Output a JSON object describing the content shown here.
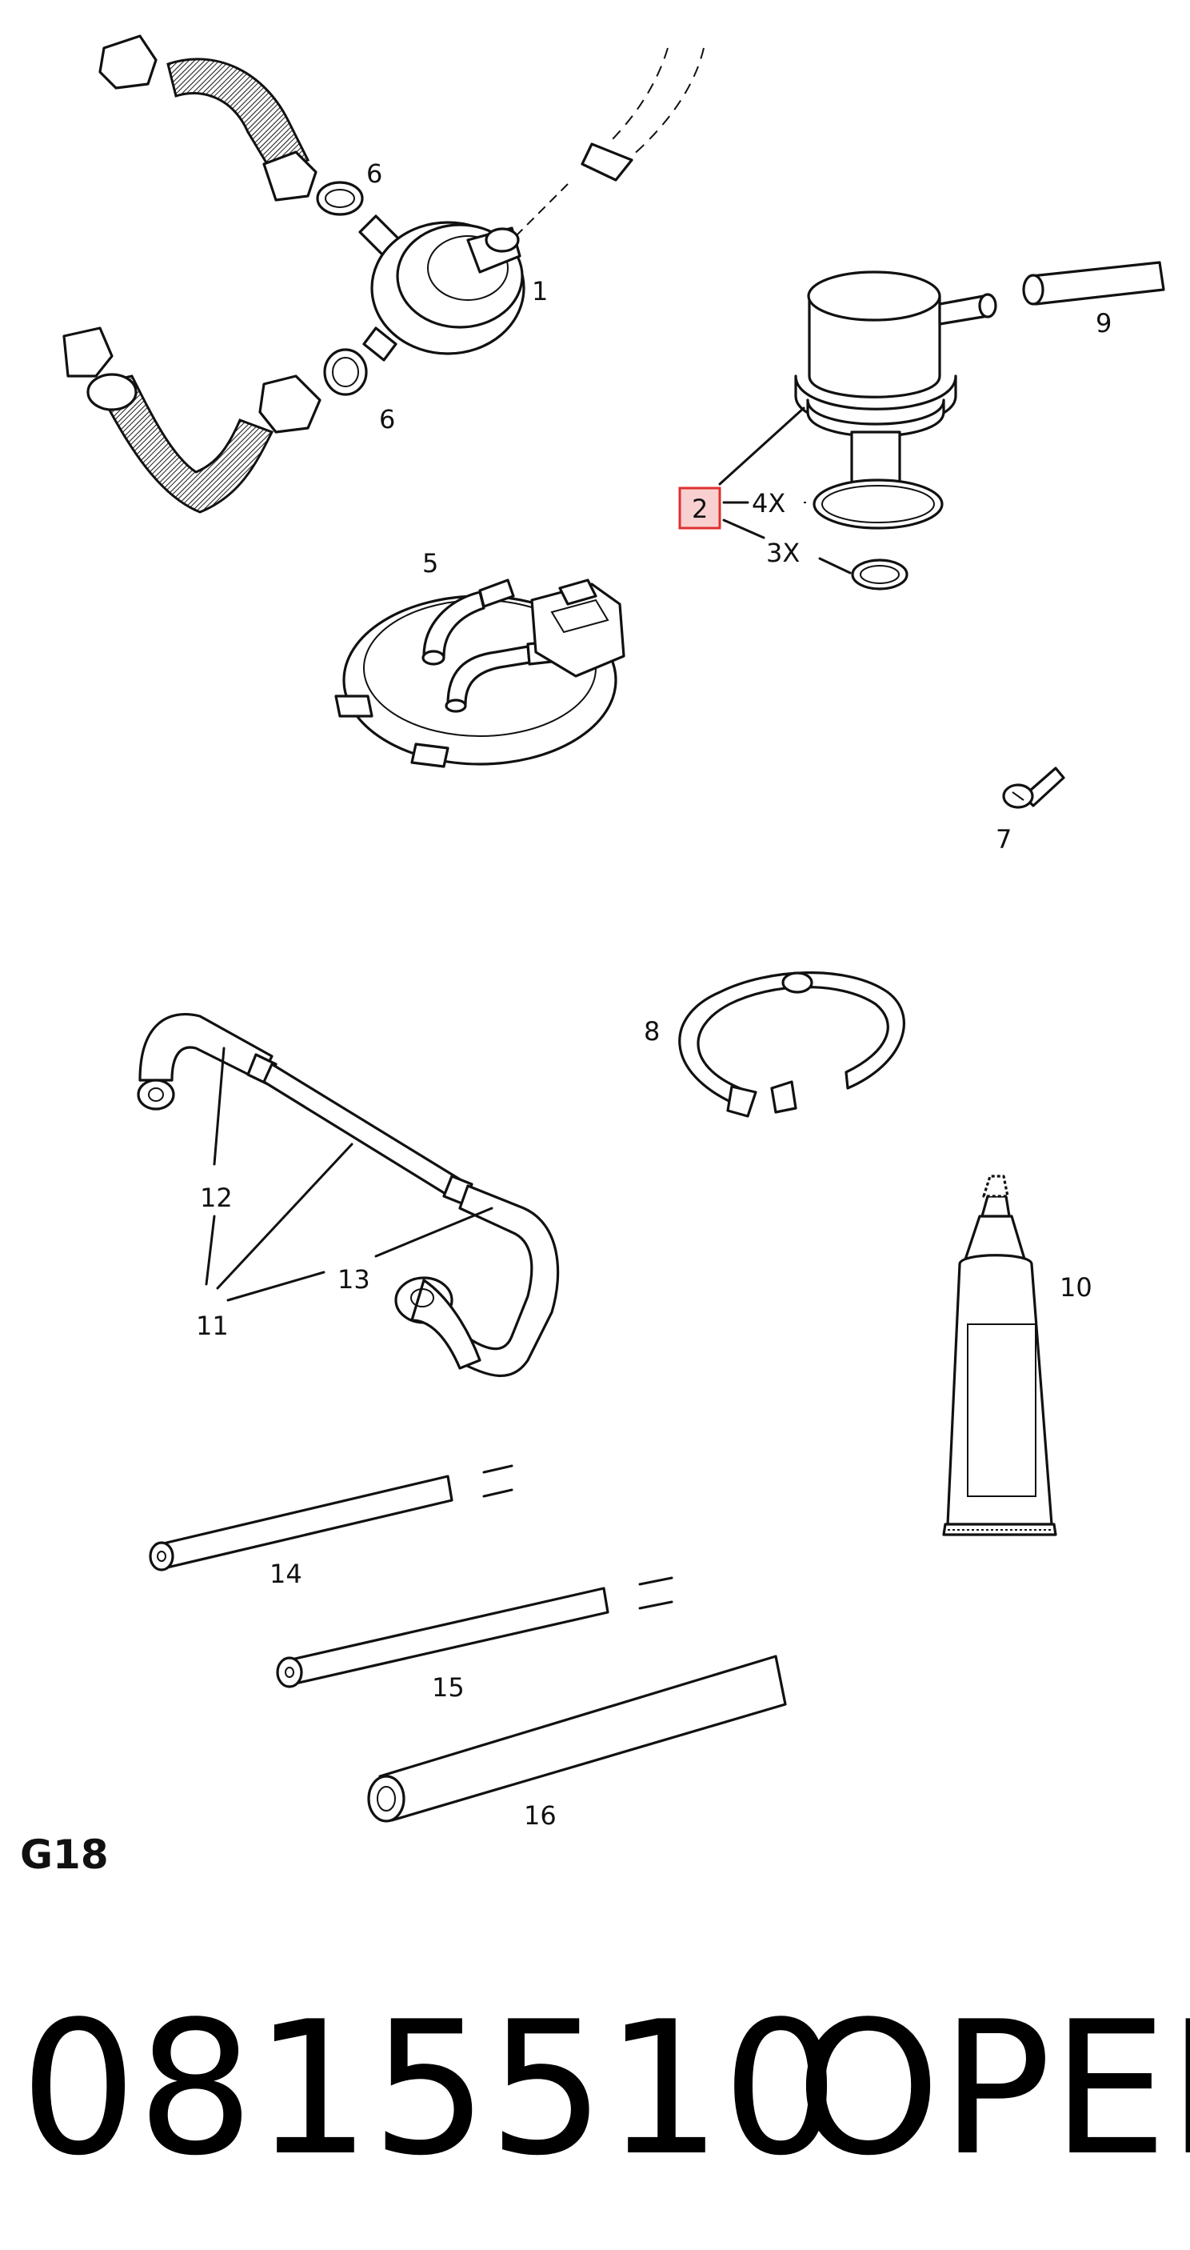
{
  "diagram": {
    "callouts": {
      "p1": "1",
      "p2": "2",
      "qty4": "4X",
      "qty3": "3X",
      "p5": "5",
      "p6a": "6",
      "p6b": "6",
      "p7": "7",
      "p8": "8",
      "p9": "9",
      "p10": "10",
      "p11": "11",
      "p12": "12",
      "p13": "13",
      "p14": "14",
      "p15": "15",
      "p16": "16"
    },
    "figure_code": "G18",
    "highlight_color": "#e03030",
    "highlight_fill": "#f8d0d0"
  },
  "footer": {
    "part_number": "0815510",
    "brand": "OPEL"
  }
}
